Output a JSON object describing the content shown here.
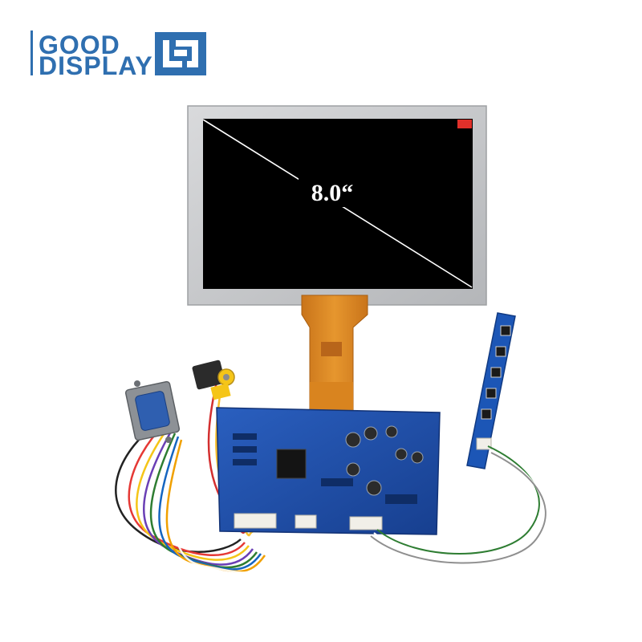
{
  "brand": {
    "line1": "GOOD",
    "line2": "DISPLAY",
    "color": "#2f6fb0"
  },
  "display": {
    "size_label": "8.0“"
  },
  "colors": {
    "bezel": "#c7c9cb",
    "screen": "#000000",
    "fpc": "#e08a1f",
    "pcb": "#1f4fa8",
    "keypad": "#1c56b6"
  }
}
